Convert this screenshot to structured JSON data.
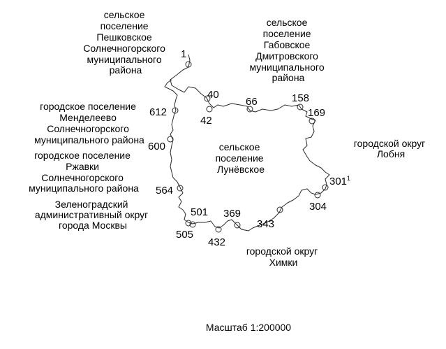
{
  "center_label": [
    "сельское",
    "поселение",
    "Лунёвское"
  ],
  "neighbors": [
    {
      "id": "peshkovskoe",
      "lines": [
        "сельское",
        "поселение",
        "Пешковское",
        "Солнечногорского",
        "муниципального",
        "района"
      ]
    },
    {
      "id": "gabovskoe",
      "lines": [
        "сельское",
        "поселение",
        "Габовское",
        "Дмитровского",
        "муниципального",
        "района"
      ]
    },
    {
      "id": "mendeleevo",
      "lines": [
        "городское поселение",
        "Менделеево",
        "Солнечногорского",
        "муниципального района"
      ]
    },
    {
      "id": "rzhavki",
      "lines": [
        "городское поселение",
        "Ржавки",
        "Солнечногорского",
        "муниципального района"
      ]
    },
    {
      "id": "zelenograd",
      "lines": [
        "Зеленоградский",
        "административный округ",
        "города Москвы"
      ]
    },
    {
      "id": "lobnya",
      "lines": [
        "городской округ",
        "Лобня"
      ]
    },
    {
      "id": "khimki",
      "lines": [
        "городской округ",
        "Химки"
      ]
    }
  ],
  "boundary_points": [
    {
      "label": "1"
    },
    {
      "label": "40"
    },
    {
      "label": "42"
    },
    {
      "label": "66"
    },
    {
      "label": "158"
    },
    {
      "label": "169"
    },
    {
      "label": "301",
      "sup": "1"
    },
    {
      "label": "304"
    },
    {
      "label": "343"
    },
    {
      "label": "369"
    },
    {
      "label": "432"
    },
    {
      "label": "505"
    },
    {
      "label": "501"
    },
    {
      "label": "564"
    },
    {
      "label": "600"
    },
    {
      "label": "612"
    }
  ],
  "scale_text": "Масштаб 1:200000",
  "colors": {
    "line": "#2a2a2a",
    "text": "#000000",
    "background": "#ffffff"
  }
}
